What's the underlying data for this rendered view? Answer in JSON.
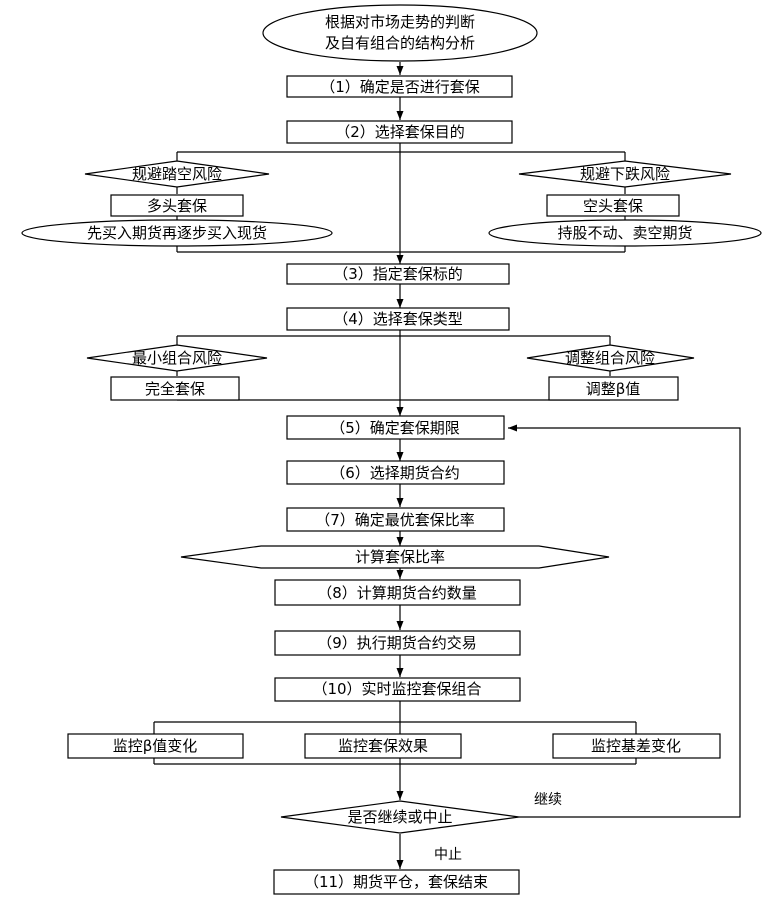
{
  "start": {
    "line1": "根据对市场走势的判断",
    "line2": "及自有组合的结构分析"
  },
  "steps": {
    "s1": "（1）确定是否进行套保",
    "s2": "（2）选择套保目的",
    "s3": "（3）指定套保标的",
    "s4": "（4）选择套保类型",
    "s5": "（5）确定套保期限",
    "s6": "（6）选择期货合约",
    "s7": "（7）确定最优套保比率",
    "s8": "（8）计算期货合约数量",
    "s9": "（9）执行期货合约交易",
    "s10": "（10）实时监控套保组合",
    "s11": "（11）期货平仓，套保结束"
  },
  "purpose": {
    "left": {
      "risk": "规避踏空风险",
      "hedge": "多头套保",
      "action": "先买入期货再逐步买入现货"
    },
    "right": {
      "risk": "规避下跌风险",
      "hedge": "空头套保",
      "action": "持股不动、卖空期货"
    }
  },
  "type": {
    "left": {
      "risk": "最小组合风险",
      "hedge": "完全套保"
    },
    "right": {
      "risk": "调整组合风险",
      "hedge": "调整β值"
    }
  },
  "ratio_calc": "计算套保比率",
  "monitor": {
    "beta": "监控β值变化",
    "effect": "监控套保效果",
    "basis": "监控基差变化"
  },
  "decision": {
    "question": "是否继续或中止",
    "continue": "继续",
    "stop": "中止"
  }
}
